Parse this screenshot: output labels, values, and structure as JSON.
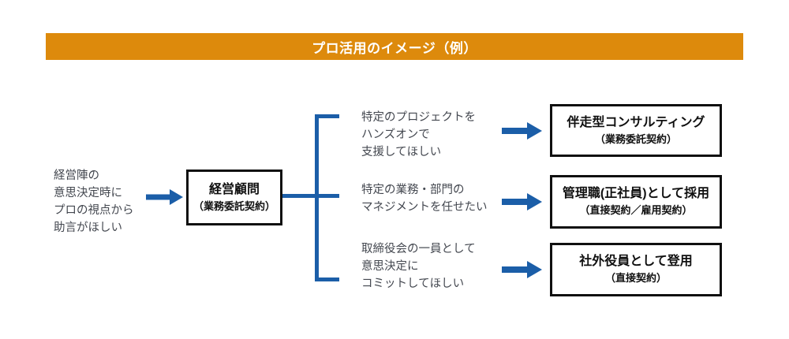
{
  "banner": {
    "title": "プロ活用のイメージ（例）",
    "background_color": "#DD8A0C",
    "text_color": "#FFFFFF"
  },
  "colors": {
    "accent_orange": "#DD8A0C",
    "arrow_blue": "#1B5EA8",
    "box_border": "#101010",
    "body_text": "#43474F"
  },
  "diagram": {
    "need": {
      "lines": [
        "経営陣の",
        "意思決定時に",
        "プロの視点から",
        "助言がほしい"
      ]
    },
    "role": {
      "main": "経営顧問",
      "sub": "（業務委託契約）"
    },
    "branches": [
      {
        "need_lines": [
          "特定のプロジェクトを",
          "ハンズオンで",
          "支援してほしい"
        ],
        "result_main": "伴走型コンサルティング",
        "result_sub": "（業務委託契約）"
      },
      {
        "need_lines": [
          "特定の業務・部門の",
          "マネジメントを任せたい"
        ],
        "result_main": "管理職(正社員)として採用",
        "result_sub": "（直接契約／雇用契約）"
      },
      {
        "need_lines": [
          "取締役会の一員として",
          "意思決定に",
          "コミットしてほしい"
        ],
        "result_main": "社外役員として登用",
        "result_sub": "（直接契約）"
      }
    ]
  }
}
